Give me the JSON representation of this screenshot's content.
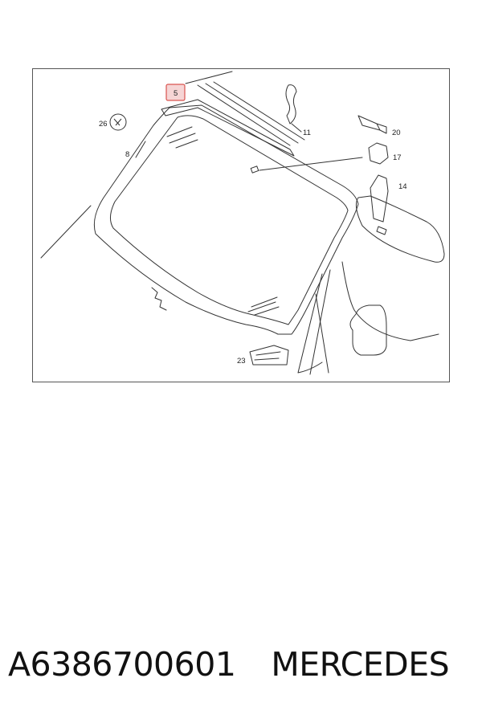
{
  "diagram": {
    "callouts": {
      "c5": "5",
      "c26": "26",
      "c8": "8",
      "c11": "11",
      "c20": "20",
      "c17": "17",
      "c14": "14",
      "c23": "23"
    },
    "highlight_color": "#d9534f",
    "line_color": "#333333"
  },
  "caption": {
    "part_number": "A6386700601",
    "brand": "MERCEDES"
  }
}
